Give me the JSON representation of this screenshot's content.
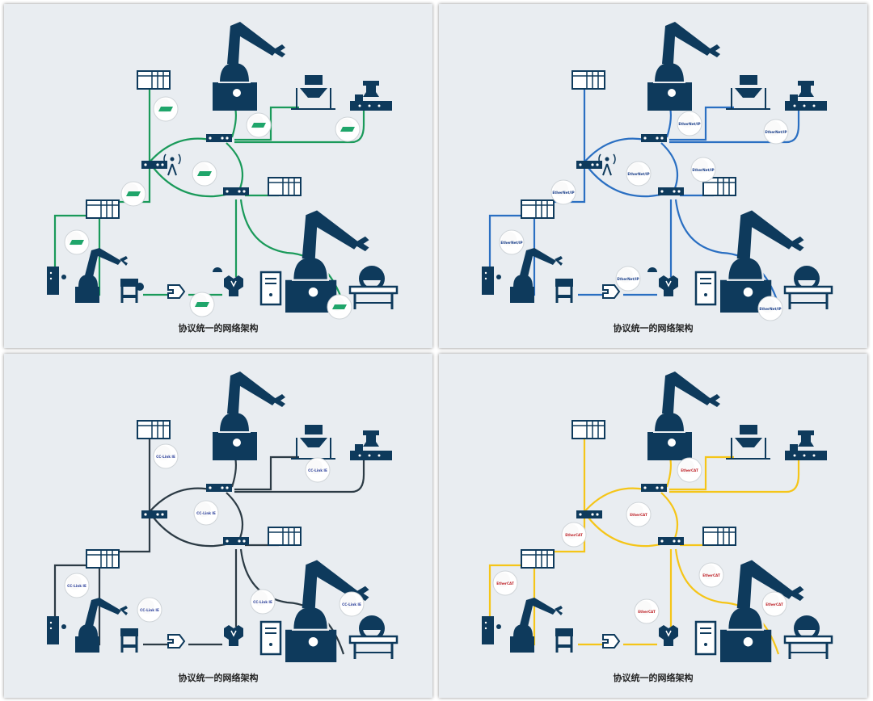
{
  "colors": {
    "icon": "#0e3a5c",
    "panel_bg": "#e9edf1"
  },
  "panels": [
    {
      "caption": "协议统一的网络架构",
      "line_color": "#1a9a5a",
      "badge_logo": "",
      "badge_logo_color": "#1fa56a"
    },
    {
      "caption": "协议统一的网络架构",
      "line_color": "#2a6fc2",
      "badge_logo": "EtherNet/IP",
      "badge_logo_color": "#1a3f8a"
    },
    {
      "caption": "协议统一的网络架构",
      "line_color": "#2c3b45",
      "badge_logo": "CC-Link IE",
      "badge_logo_color": "#2b3f9a"
    },
    {
      "caption": "协议统一的网络架构",
      "line_color": "#f5c518",
      "badge_logo": "EtherCAT",
      "badge_logo_color": "#c0272d"
    }
  ]
}
